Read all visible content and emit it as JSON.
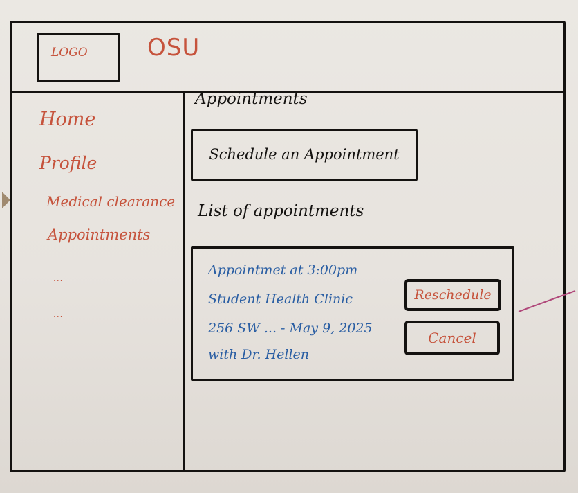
{
  "header": {
    "logo_label": "LOGO",
    "brand": "OSU"
  },
  "sidebar": {
    "items": [
      {
        "label": "Home"
      },
      {
        "label": "Profile"
      },
      {
        "label": "Medical clearance"
      },
      {
        "label": "Appointments"
      },
      {
        "label": "..."
      },
      {
        "label": "..."
      }
    ]
  },
  "main": {
    "title": "Appointments",
    "schedule_button": "Schedule an Appointment",
    "list_title": "List of appointments",
    "appointment": {
      "line1": "Appointmet at 3:00pm",
      "line2": "Student Health Clinic",
      "line3": "256 SW ... - May 9, 2025",
      "line4": "with Dr. Hellen",
      "reschedule_label": "Reschedule",
      "cancel_label": "Cancel"
    }
  },
  "colors": {
    "ink": "#141210",
    "accent_red": "#c6533c",
    "accent_blue": "#2a5ea3",
    "paper": "#e9e6e1"
  }
}
